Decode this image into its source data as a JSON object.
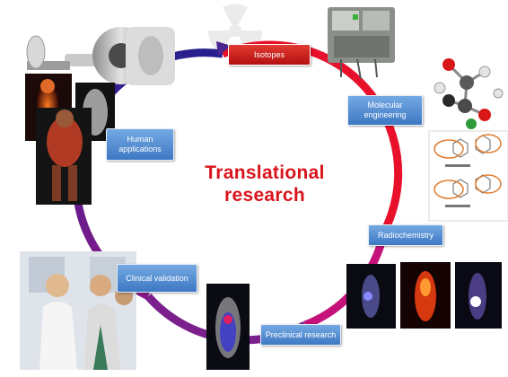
{
  "diagram": {
    "title_line1": "Translational",
    "title_line2": "research",
    "cycle_stages": [
      {
        "label": "Isotopes",
        "color": "#c8181a"
      },
      {
        "label": "Molecular\nengineering",
        "color": "#4f88d0"
      },
      {
        "label": "Radiochemistry",
        "color": "#4f88d0"
      },
      {
        "label": "Preclinical research",
        "color": "#4f88d0"
      },
      {
        "label": "Clinical validation",
        "color": "#4f88d0"
      },
      {
        "label": "Human\napplications",
        "color": "#4f88d0"
      }
    ],
    "ring_colors": {
      "red": "#e8102a",
      "purple": "#7a1f8c",
      "blue": "#2a1f8e"
    },
    "image_icons": [
      "mri-scanner-image",
      "full-body-scan-image",
      "lab-equipment-image",
      "molecule-model-image",
      "chemical-structures-image",
      "pet-scan-images",
      "mouse-scan-image",
      "doctors-photo-image",
      "radiation-symbol-icon"
    ]
  }
}
